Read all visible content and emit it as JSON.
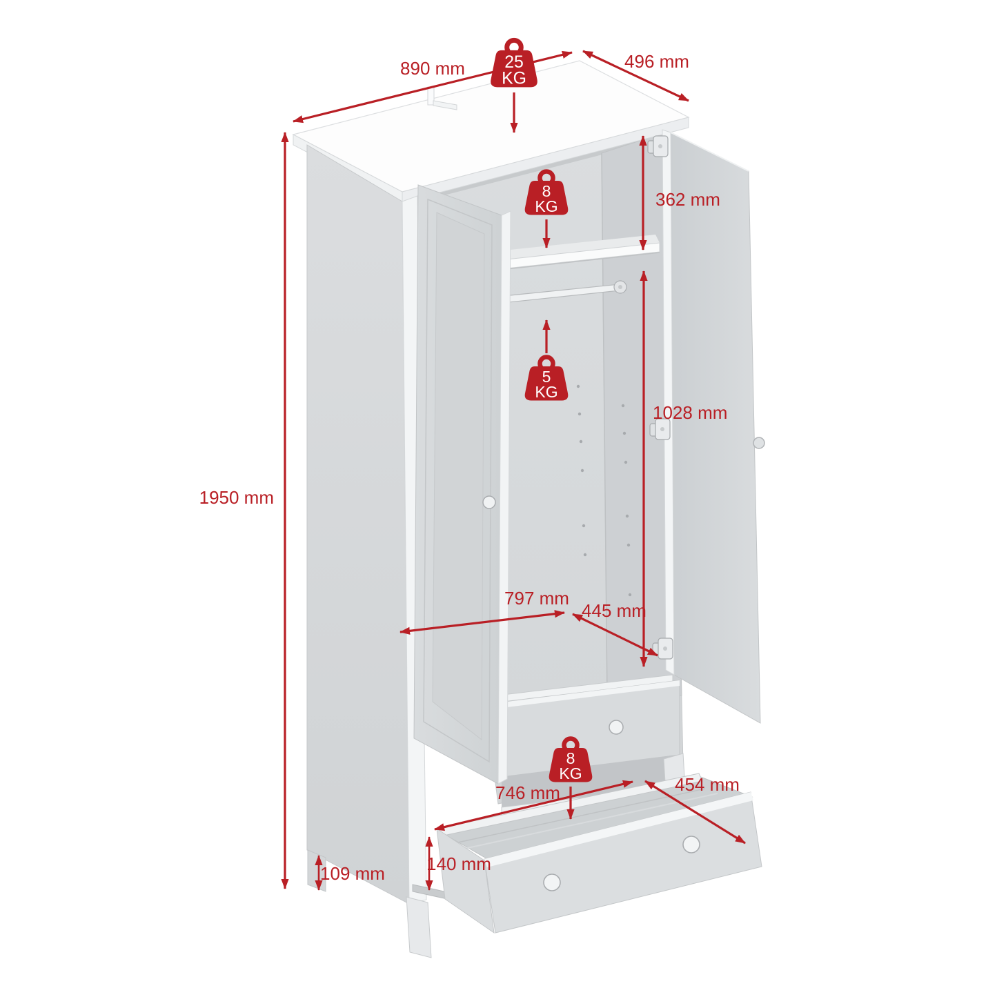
{
  "diagram": {
    "kind": "wardrobe-dimension-diagram",
    "unit": "mm"
  },
  "colors": {
    "annotation_red": "#B91F25",
    "furniture_grey": "#D6D9DB",
    "furniture_white": "#FFFFFF",
    "edge_grey": "#C6C9CB"
  },
  "dimensions": {
    "top_width": "890 mm",
    "top_depth": "496 mm",
    "overall_height": "1950 mm",
    "shelf_space_height": "362 mm",
    "hanging_space_height": "1028 mm",
    "interior_width": "797 mm",
    "interior_depth": "445 mm",
    "drawer_interior_width": "746 mm",
    "drawer_interior_depth": "454 mm",
    "drawer_height": "140 mm",
    "leg_height": "109 mm"
  },
  "weights": {
    "top_surface": {
      "value": "25",
      "unit": "KG"
    },
    "shelf": {
      "value": "8",
      "unit": "KG"
    },
    "hanging_rail": {
      "value": "5",
      "unit": "KG"
    },
    "drawer": {
      "value": "8",
      "unit": "KG"
    }
  }
}
